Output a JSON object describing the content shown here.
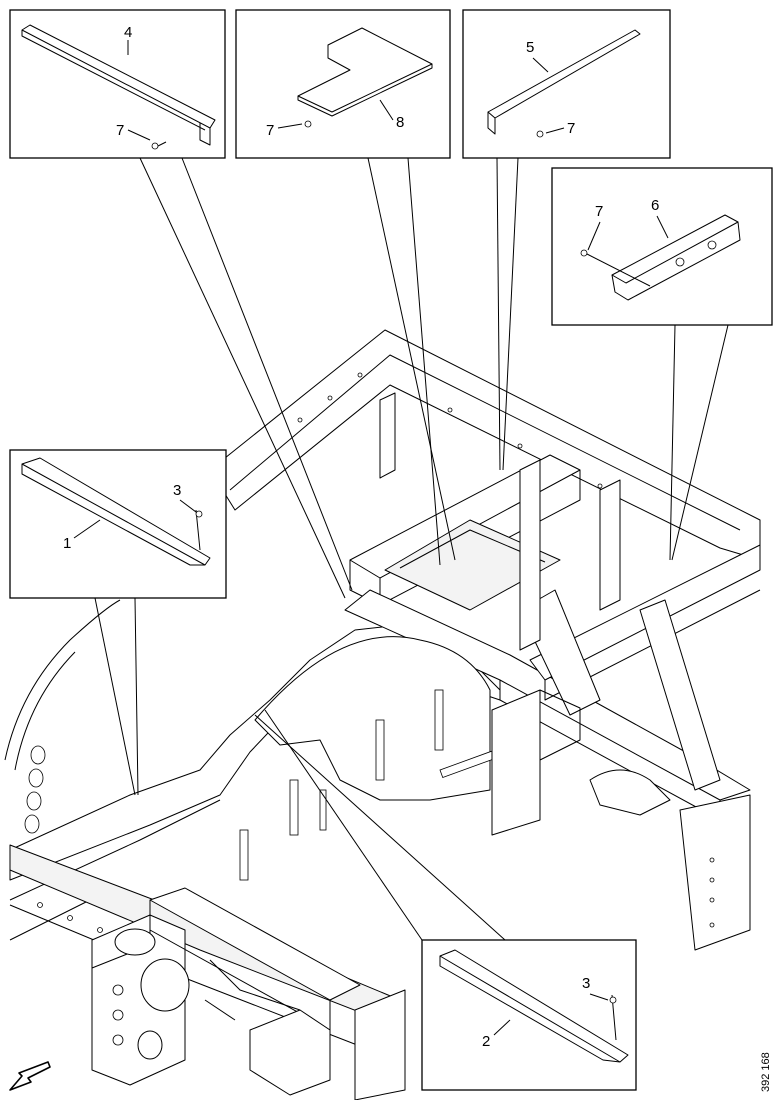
{
  "diagram": {
    "reference_code": "392 168",
    "callouts": [
      {
        "id": "part-4",
        "text": "4"
      },
      {
        "id": "part-7a",
        "text": "7"
      },
      {
        "id": "part-7b",
        "text": "7"
      },
      {
        "id": "part-8",
        "text": "8"
      },
      {
        "id": "part-5",
        "text": "5"
      },
      {
        "id": "part-7c",
        "text": "7"
      },
      {
        "id": "part-7d",
        "text": "7"
      },
      {
        "id": "part-6",
        "text": "6"
      },
      {
        "id": "part-3a",
        "text": "3"
      },
      {
        "id": "part-1",
        "text": "1"
      },
      {
        "id": "part-3b",
        "text": "3"
      },
      {
        "id": "part-2",
        "text": "2"
      }
    ],
    "insets": [
      {
        "name": "inset-part-4",
        "parts": [
          "4",
          "7"
        ]
      },
      {
        "name": "inset-part-8",
        "parts": [
          "7",
          "8"
        ]
      },
      {
        "name": "inset-part-5",
        "parts": [
          "5",
          "7"
        ]
      },
      {
        "name": "inset-part-6",
        "parts": [
          "7",
          "6"
        ]
      },
      {
        "name": "inset-part-1",
        "parts": [
          "3",
          "1"
        ]
      },
      {
        "name": "inset-part-2",
        "parts": [
          "3",
          "2"
        ]
      }
    ],
    "direction_icon": "front-direction-arrow-icon"
  }
}
